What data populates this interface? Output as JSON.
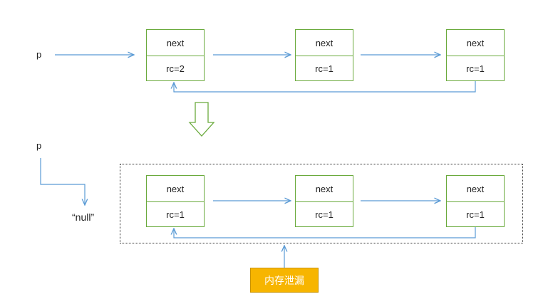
{
  "before": {
    "pointer_label": "p",
    "nodes": [
      {
        "next_label": "next",
        "rc_label": "rc=2"
      },
      {
        "next_label": "next",
        "rc_label": "rc=1"
      },
      {
        "next_label": "next",
        "rc_label": "rc=1"
      }
    ]
  },
  "after": {
    "pointer_label": "p",
    "null_label": "“null”",
    "nodes": [
      {
        "next_label": "next",
        "rc_label": "rc=1"
      },
      {
        "next_label": "next",
        "rc_label": "rc=1"
      },
      {
        "next_label": "next",
        "rc_label": "rc=1"
      }
    ],
    "leak_label": "内存泄漏"
  },
  "colors": {
    "node_border": "#6aaa3c",
    "arrow": "#5b9bd5",
    "leak_fill": "#f7b500"
  }
}
